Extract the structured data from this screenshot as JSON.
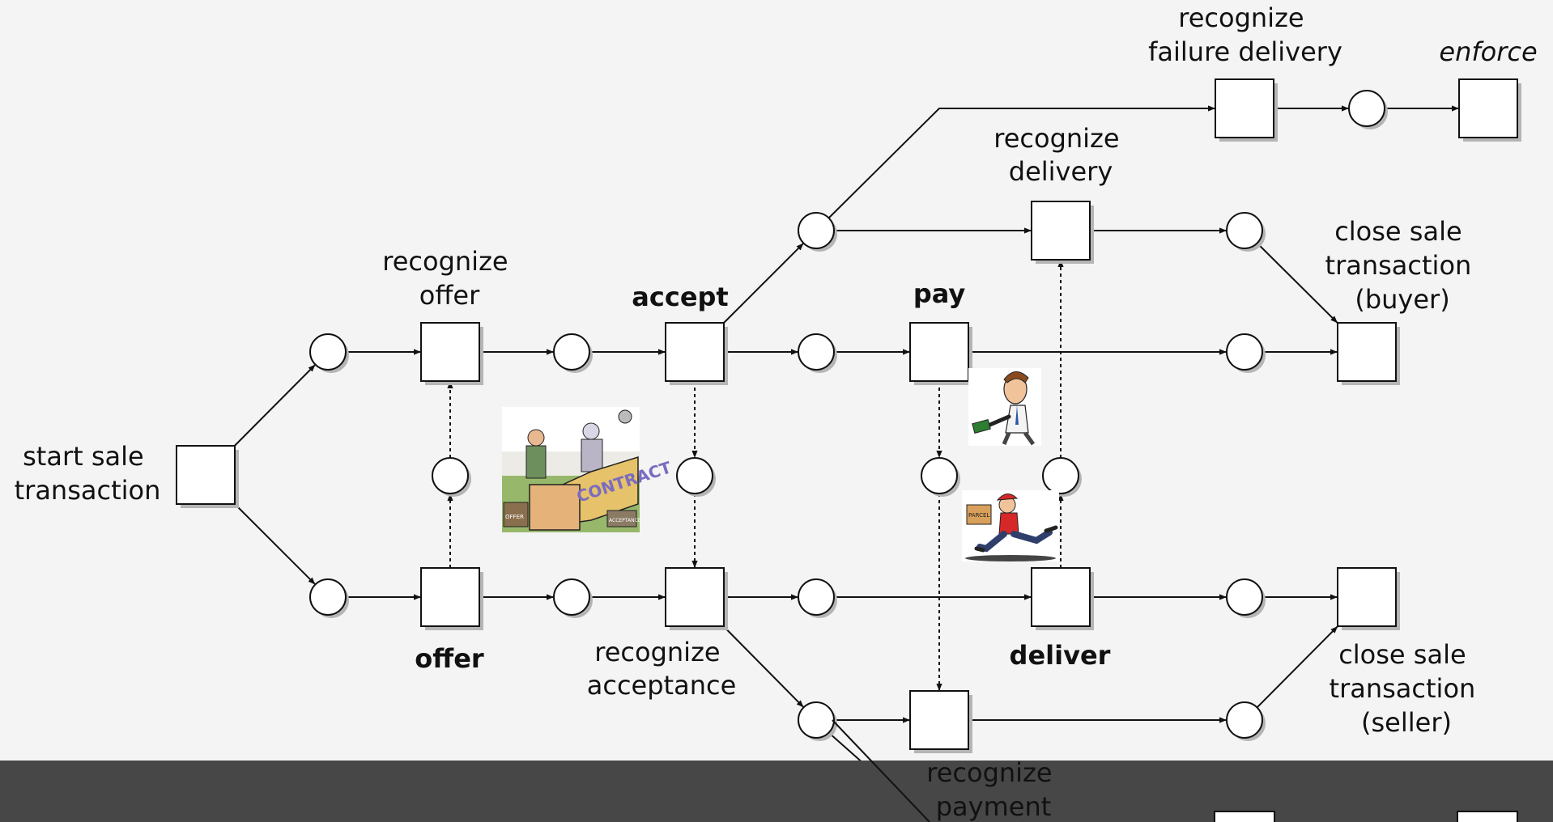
{
  "labels": {
    "start": [
      "start sale",
      "transaction"
    ],
    "recognize_offer": [
      "recognize",
      "offer"
    ],
    "offer": "offer",
    "accept": "accept",
    "recognize_acceptance": [
      "recognize",
      "acceptance"
    ],
    "pay": "pay",
    "deliver": "deliver",
    "recognize_delivery": [
      "recognize",
      "delivery"
    ],
    "recognize_failure_delivery": [
      "recognize",
      "failure delivery"
    ],
    "enforce": "enforce",
    "close_buyer": [
      "close sale",
      "transaction",
      "(buyer)"
    ],
    "close_seller": [
      "close sale",
      "transaction",
      "(seller)"
    ],
    "recognize_payment": [
      "recognize",
      "payment"
    ]
  },
  "illustrations": {
    "contract": "CONTRACT",
    "contract_offer": "OFFER",
    "contract_acceptance": "ACCEPTANCE",
    "parcel": "PARCEL"
  },
  "colors": {
    "background": "#f4f4f4",
    "bottom_bar": "#474747",
    "stroke": "#111111"
  }
}
